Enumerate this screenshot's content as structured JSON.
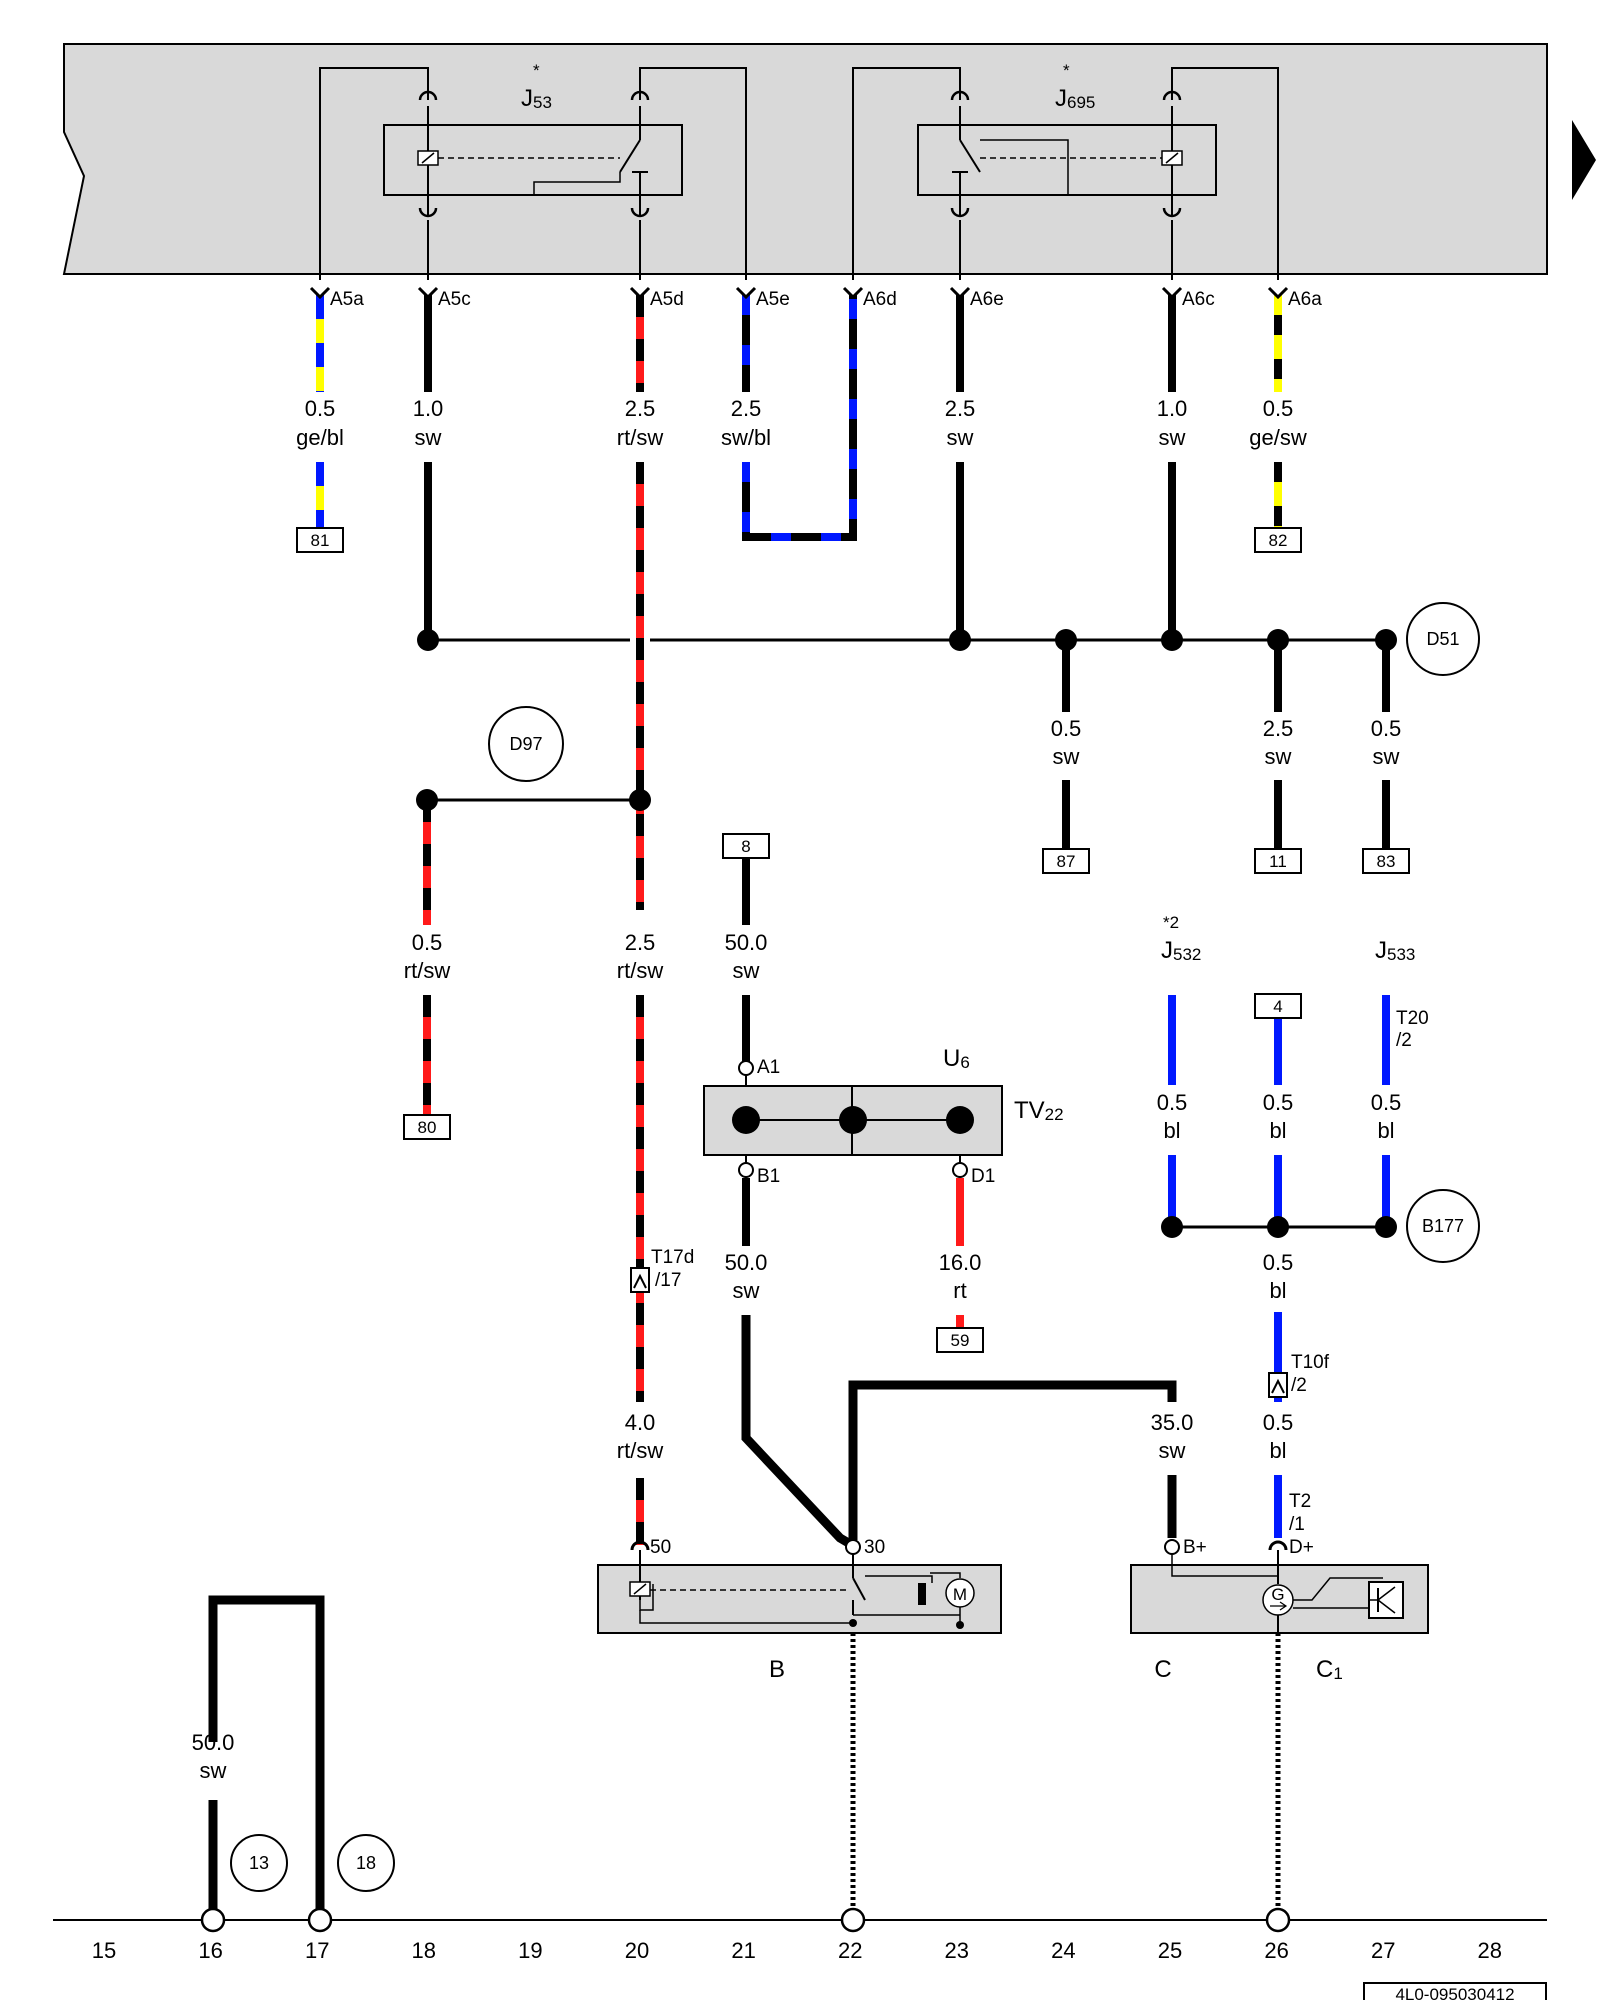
{
  "relays": {
    "j53": {
      "label": "J",
      "sub": "53",
      "star": "*"
    },
    "j695": {
      "label": "J",
      "sub": "695",
      "star": "*"
    }
  },
  "pins": {
    "a5a": "A5a",
    "a5c": "A5c",
    "a5d": "A5d",
    "a5e": "A5e",
    "a6d": "A6d",
    "a6e": "A6e",
    "a6c": "A6c",
    "a6a": "A6a",
    "a1": "A1",
    "b1": "B1",
    "d1": "D1",
    "p50": "50",
    "p30": "30",
    "bplus": "B+",
    "dplus": "D+"
  },
  "wires": {
    "w_a5a": {
      "size": "0.5",
      "color": "ge/bl"
    },
    "w_a5c": {
      "size": "1.0",
      "color": "sw"
    },
    "w_a5d": {
      "size": "2.5",
      "color": "rt/sw"
    },
    "w_a5e": {
      "size": "2.5",
      "color": "sw/bl"
    },
    "w_a6e": {
      "size": "2.5",
      "color": "sw"
    },
    "w_a6c": {
      "size": "1.0",
      "color": "sw"
    },
    "w_a6a": {
      "size": "0.5",
      "color": "ge/sw"
    },
    "w_87": {
      "size": "0.5",
      "color": "sw"
    },
    "w_11": {
      "size": "2.5",
      "color": "sw"
    },
    "w_83": {
      "size": "0.5",
      "color": "sw"
    },
    "w_80": {
      "size": "0.5",
      "color": "rt/sw"
    },
    "w_20b": {
      "size": "2.5",
      "color": "rt/sw"
    },
    "w_8": {
      "size": "50.0",
      "color": "sw"
    },
    "w_b1": {
      "size": "50.0",
      "color": "sw"
    },
    "w_d1": {
      "size": "16.0",
      "color": "rt"
    },
    "w_50": {
      "size": "4.0",
      "color": "rt/sw"
    },
    "w_bplus": {
      "size": "35.0",
      "color": "sw"
    },
    "w_j532": {
      "size": "0.5",
      "color": "bl"
    },
    "w_4": {
      "size": "0.5",
      "color": "bl"
    },
    "w_j533": {
      "size": "0.5",
      "color": "bl"
    },
    "w_b177": {
      "size": "0.5",
      "color": "bl"
    },
    "w_dplus": {
      "size": "0.5",
      "color": "bl"
    },
    "w_13": {
      "size": "50.0",
      "color": "sw"
    }
  },
  "refs": {
    "r81": "81",
    "r82": "82",
    "r87": "87",
    "r11": "11",
    "r83": "83",
    "r80": "80",
    "r8": "8",
    "r59": "59",
    "r4": "4"
  },
  "circles": {
    "d51": "D51",
    "d97": "D97",
    "b177": "B177",
    "c13": "13",
    "c18": "18"
  },
  "components": {
    "u6": {
      "label": "U",
      "sub": "6"
    },
    "tv22": {
      "label": "TV",
      "sub": "22"
    },
    "j532": {
      "label": "J",
      "sub": "532",
      "star": "*2"
    },
    "j533": {
      "label": "J",
      "sub": "533"
    },
    "t20": {
      "line1": "T20",
      "line2": "/2"
    },
    "t17d": {
      "line1": "T17d",
      "line2": "/17"
    },
    "t10f": {
      "line1": "T10f",
      "line2": "/2"
    },
    "t2": {
      "line1": "T2",
      "line2": "/1"
    },
    "starter": {
      "label": "B"
    },
    "alt": {
      "label": "C"
    },
    "reg": {
      "label": "C",
      "sub": "1"
    },
    "motor": "M",
    "gen": "G"
  },
  "grid": [
    "15",
    "16",
    "17",
    "18",
    "19",
    "20",
    "21",
    "22",
    "23",
    "24",
    "25",
    "26",
    "27",
    "28"
  ],
  "docid": "4L0-095030412",
  "colors": {
    "sw": "#000000",
    "bl": "#0018ff",
    "rt": "#ff1a1a",
    "ge": "#ffff00",
    "panel": "#d9d9d9"
  }
}
